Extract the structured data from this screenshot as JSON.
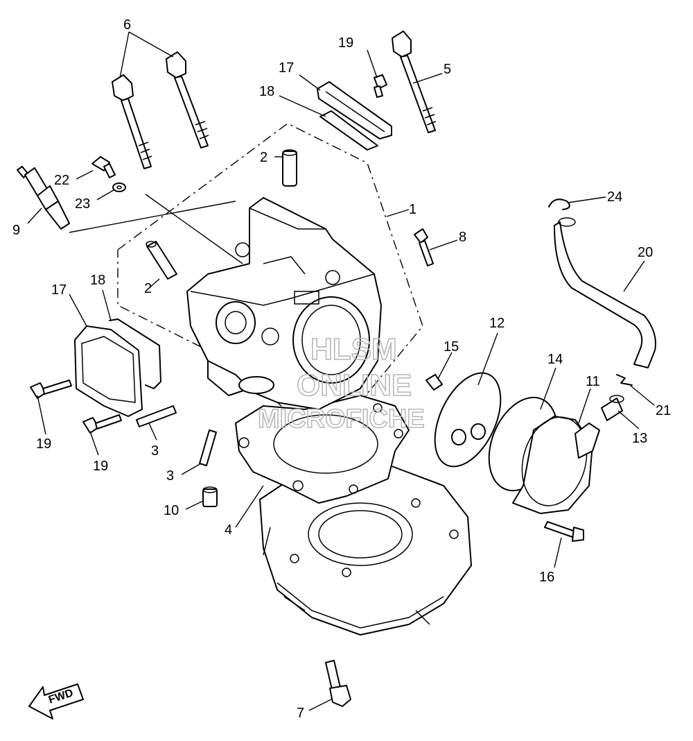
{
  "labels": {
    "l1": "1",
    "l2a": "2",
    "l2b": "2",
    "l3a": "3",
    "l3b": "3",
    "l4": "4",
    "l5": "5",
    "l6": "6",
    "l7": "7",
    "l8": "8",
    "l9": "9",
    "l10": "10",
    "l11": "11",
    "l12": "12",
    "l13": "13",
    "l14": "14",
    "l15": "15",
    "l16": "16",
    "l17a": "17",
    "l17b": "17",
    "l18a": "18",
    "l18b": "18",
    "l19a": "19",
    "l19b": "19",
    "l19c": "19",
    "l20": "20",
    "l21": "21",
    "l22": "22",
    "l23": "23",
    "l24": "24"
  },
  "watermark": {
    "line1": "HLSM",
    "line2": "ONLINE",
    "line3": "MICROFICHE"
  },
  "direction": {
    "label": "FWD"
  }
}
